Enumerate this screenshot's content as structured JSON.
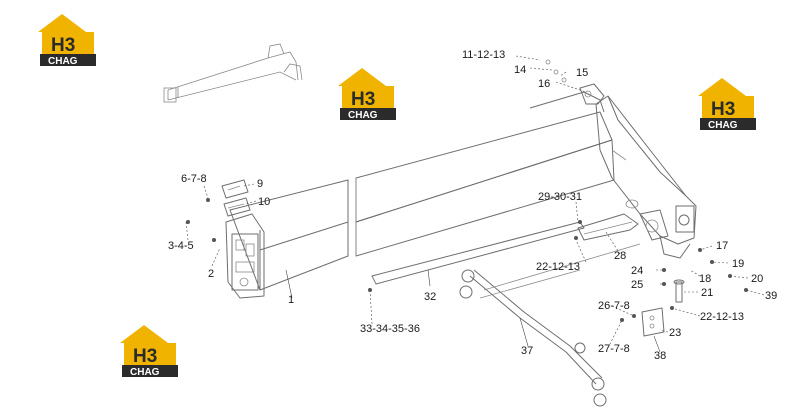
{
  "logos": [
    {
      "mark": "H3",
      "word": "CHAG"
    },
    {
      "mark": "H3",
      "word": "CHAG"
    },
    {
      "mark": "H3",
      "word": "CHAG"
    },
    {
      "mark": "H3",
      "word": "CHAG"
    }
  ],
  "callouts": [
    "11-12-13",
    "14",
    "15",
    "16",
    "6-7-8",
    "9",
    "10",
    "3-4-5",
    "2",
    "1",
    "29-30-31",
    "22-12-13",
    "28",
    "32",
    "33-34-35-36",
    "24",
    "25",
    "18",
    "17",
    "19",
    "20",
    "39",
    "21",
    "26-7-8",
    "22-12-13",
    "23",
    "27-7-8",
    "38",
    "37"
  ],
  "colors": {
    "logo_yellow": "#f0b400",
    "logo_dark": "#2b2b2b",
    "line": "#6e6e6e",
    "text": "#1a1a1a"
  }
}
